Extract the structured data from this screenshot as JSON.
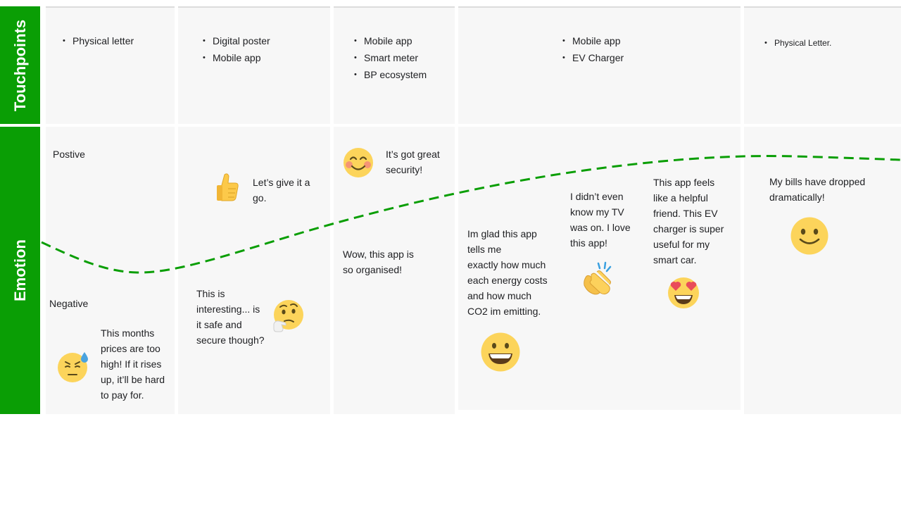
{
  "rows": {
    "touchpoints_label": "Touchpoints",
    "emotion_label": "Emotion"
  },
  "colors": {
    "row_label_bg": "#0a9e05",
    "curve": "#0a9e05",
    "cell_bg": "#f7f7f7"
  },
  "touchpoints": [
    {
      "items": [
        "Physical letter"
      ]
    },
    {
      "items": [
        "Digital poster",
        "Mobile app"
      ]
    },
    {
      "items": [
        "Mobile app",
        "Smart meter",
        "BP ecosystem"
      ]
    },
    {
      "items": [
        "Mobile app",
        "EV Charger"
      ]
    },
    {
      "items": [
        "Physical Letter."
      ]
    }
  ],
  "emotion": {
    "positive_label": "Postive",
    "negative_label": "Negative",
    "quotes": {
      "q1": [
        "This months",
        "prices are too",
        "high! If it rises",
        "up, it’ll be hard",
        "to pay for."
      ],
      "q2": [
        "Let’s give it a",
        "go."
      ],
      "q3": [
        "This is",
        "interesting... is",
        "it safe and",
        "secure though?"
      ],
      "q4": [
        "It’s got great",
        "security!"
      ],
      "q5": [
        "Wow, this app is",
        "so organised!"
      ],
      "q6": [
        "Im glad this app",
        "tells me",
        "exactly how much",
        "each energy costs",
        "and how much",
        "CO2 im emitting."
      ],
      "q7": [
        "I didn’t even",
        "know my TV",
        "was on. I love",
        "this app!"
      ],
      "q8": [
        "This app feels",
        "like a helpful",
        "friend. This EV",
        "charger is super",
        "useful for my",
        "smart car."
      ],
      "q9": [
        "My bills have dropped",
        "dramatically!"
      ]
    },
    "emojis": {
      "e1": "worried-sweat-face-icon",
      "e2": "thumbs-up-icon",
      "e3": "thinking-face-icon",
      "e4": "smiling-blush-face-icon",
      "e5": "grinning-face-icon",
      "e6": "clapping-hands-icon",
      "e7": "heart-eyes-face-icon",
      "e8": "slightly-smiling-face-icon"
    }
  }
}
